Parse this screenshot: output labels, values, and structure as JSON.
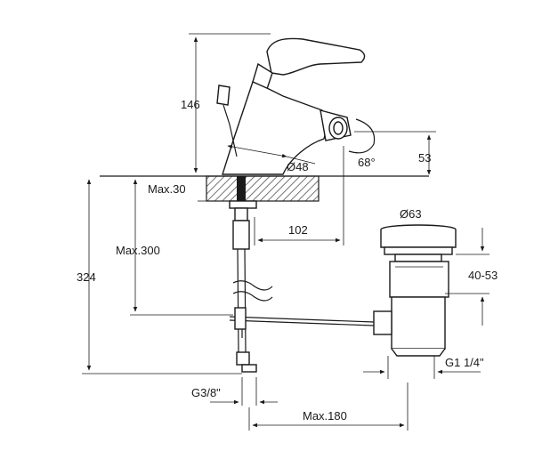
{
  "dimensions": {
    "height_above_deck": "146",
    "body_diameter": "Ø48",
    "spout_angle": "68°",
    "spout_height": "53",
    "max_deck_thickness": "Max.30",
    "spout_reach": "102",
    "waste_diameter": "Ø63",
    "waste_adjust": "40-53",
    "max_below_deck": "Max.300",
    "total_below_deck": "324",
    "waste_thread": "G1 1/4\"",
    "inlet_thread": "G3/8\"",
    "max_rod_length": "Max.180"
  },
  "colors": {
    "line": "#1a1a1a",
    "background": "#ffffff",
    "hatch": "#555555"
  }
}
